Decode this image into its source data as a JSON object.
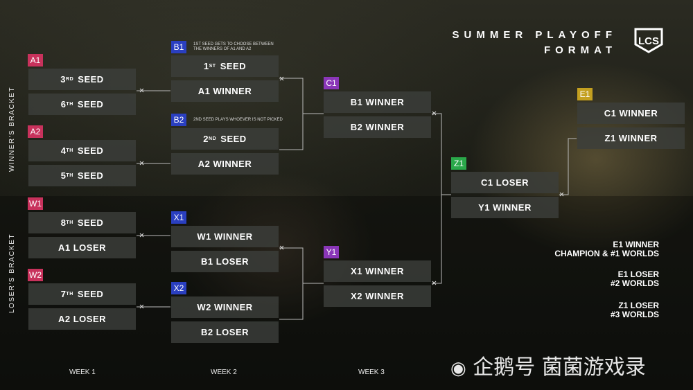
{
  "title": {
    "line1": "SUMMER PLAYOFF",
    "line2": "FORMAT"
  },
  "logo": {
    "text": "LCS"
  },
  "brackets": {
    "winners": "WINNER'S BRACKET",
    "losers": "LOSER'S BRACKET"
  },
  "weeks": [
    "WEEK 1",
    "WEEK 2",
    "WEEK 3"
  ],
  "tags": {
    "A1": "A1",
    "A2": "A2",
    "W1": "W1",
    "W2": "W2",
    "B1": "B1",
    "B2": "B2",
    "X1": "X1",
    "X2": "X2",
    "C1": "C1",
    "Y1": "Y1",
    "Z1": "Z1",
    "E1": "E1"
  },
  "notes": {
    "b1_line1": "1ST SEED GETS TO CHOOSE BETWEEN",
    "b1_line2": "THE WINNERS OF A1 AND A2",
    "b2": "2ND SEED PLAYS WHOEVER IS NOT PICKED"
  },
  "ordinals": {
    "rd": "RD",
    "th": "TH",
    "st": "ST",
    "nd": "ND"
  },
  "seed_word": "SEED",
  "seeds": {
    "n3": "3",
    "n6": "6",
    "n4": "4",
    "n5": "5",
    "n8": "8",
    "n7": "7",
    "n1": "1",
    "n2": "2"
  },
  "boxes": {
    "a1_loser": "A1 LOSER",
    "a2_loser": "A2 LOSER",
    "a1_winner": "A1 WINNER",
    "a2_winner": "A2 WINNER",
    "w1_winner": "W1 WINNER",
    "b1_loser": "B1 LOSER",
    "w2_winner": "W2 WINNER",
    "b2_loser": "B2 LOSER",
    "b1_winner": "B1 WINNER",
    "b2_winner": "B2 WINNER",
    "x1_winner": "X1 WINNER",
    "x2_winner": "X2 WINNER",
    "c1_loser": "C1 LOSER",
    "y1_winner": "Y1 WINNER",
    "c1_winner": "C1 WINNER",
    "z1_winner": "Z1 WINNER"
  },
  "results": {
    "e1_winner": "E1 WINNER",
    "e1_winner_desc": "CHAMPION & #1 WORLDS",
    "e1_loser": "E1 LOSER",
    "e1_loser_desc": "#2 WORLDS",
    "z1_loser": "Z1 LOSER",
    "z1_loser_desc": "#3 WORLDS"
  },
  "watermark": "企鹅号 菌菌游戏录",
  "colors": {
    "pink": "#c8325c",
    "blue": "#2a3fc0",
    "purple": "#8a36b8",
    "green": "#2aa84a",
    "gold": "#c4a020"
  }
}
